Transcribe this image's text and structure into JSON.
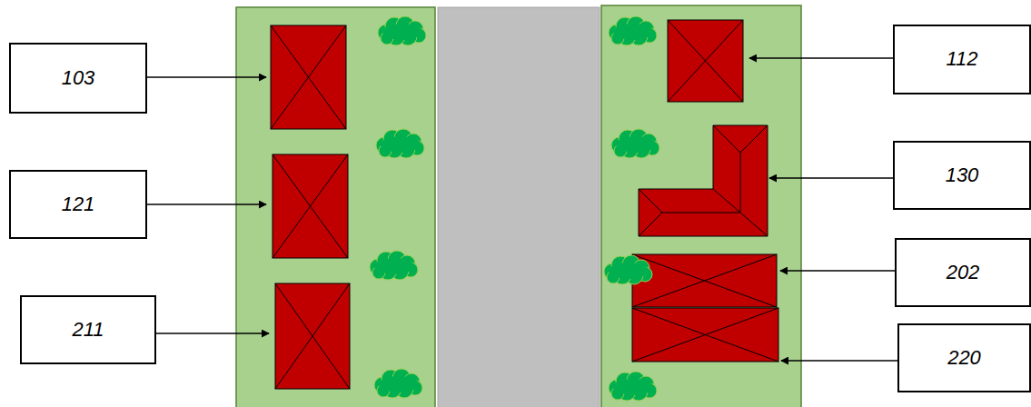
{
  "diagram": {
    "nodes": [
      {
        "text": [
          "103"
        ]
      },
      {
        "text": [
          "112"
        ]
      },
      {
        "text": [
          "121"
        ]
      },
      {
        "text": [
          "130"
        ]
      },
      {
        "text": [
          "211"
        ]
      },
      {
        "text": [
          "202"
        ]
      },
      {
        "text": [
          "220"
        ]
      }
    ]
  }
}
